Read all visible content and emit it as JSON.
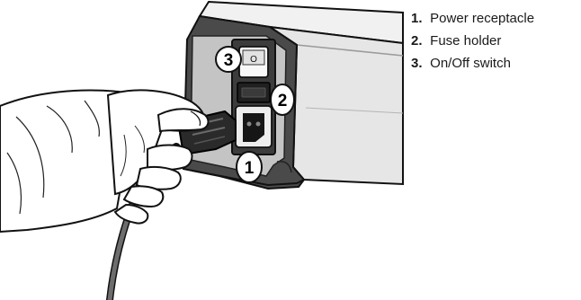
{
  "callouts": [
    {
      "number": "1",
      "label": "Power receptacle"
    },
    {
      "number": "2",
      "label": "Fuse holder"
    },
    {
      "number": "3",
      "label": "On/Off switch"
    }
  ],
  "switch_mark": "O",
  "colors": {
    "device_body": "#ebebeb",
    "device_panel": "#bdbdbd",
    "device_frame": "#4a4a4a",
    "plug": "#2a2a2a",
    "cable": "#6d6d6d",
    "glove": "#ffffff",
    "outline": "#111111"
  }
}
